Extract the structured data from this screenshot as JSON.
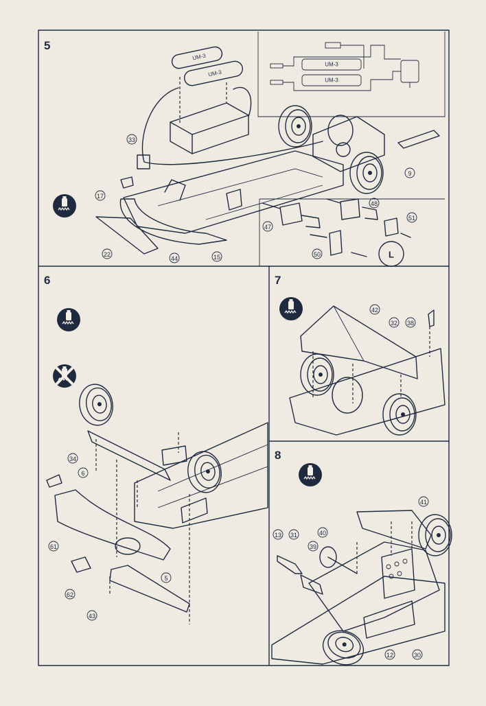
{
  "steps": [
    {
      "number": "5",
      "badges": [
        "glue"
      ],
      "parts": [
        "33",
        "17",
        "22",
        "44",
        "15",
        "9",
        "47",
        "48",
        "51",
        "50"
      ],
      "detail_label": "L",
      "battery_labels": [
        "UM-3",
        "UM-3"
      ],
      "wiring_battery_labels": [
        "UM-3",
        "UM-3"
      ]
    },
    {
      "number": "6",
      "badges": [
        "glue",
        "no-glue"
      ],
      "parts": [
        "34",
        "6",
        "61",
        "5",
        "62",
        "43"
      ]
    },
    {
      "number": "7",
      "badges": [
        "glue"
      ],
      "parts": [
        "42",
        "32",
        "38"
      ]
    },
    {
      "number": "8",
      "badges": [
        "glue"
      ],
      "parts": [
        "41",
        "13",
        "31",
        "40",
        "39",
        "12",
        "30"
      ]
    }
  ],
  "colors": {
    "paper": "#efebe3",
    "ink": "#1f2a3f"
  },
  "icons": {
    "glue": "glue-tube-icon",
    "no-glue": "no-glue-icon"
  }
}
